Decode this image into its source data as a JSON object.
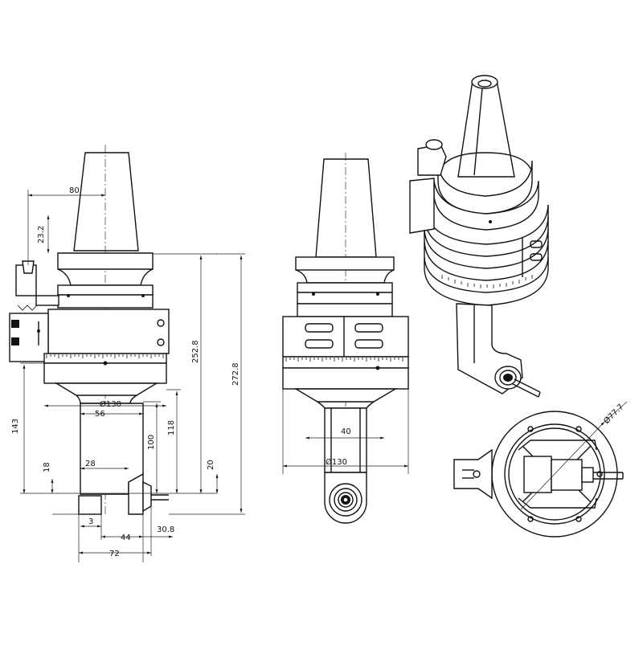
{
  "drawing": {
    "side_view": {
      "dims": {
        "d80": "80",
        "d23_2": "23.2",
        "d252_8": "252.8",
        "d272_8": "272.8",
        "d130": "Ø130",
        "d56": "56",
        "d143": "143",
        "d100": "100",
        "d118": "118",
        "d18": "18",
        "d28": "28",
        "d20": "20",
        "d3": "3",
        "d44": "44",
        "d30_8": "30.8",
        "d72": "72"
      }
    },
    "front_view": {
      "dims": {
        "d40": "40",
        "d130": "Ø130"
      }
    },
    "bottom_view": {
      "dims": {
        "d77_7": "Ø77.7"
      }
    },
    "colors": {
      "line": "#111111",
      "background": "#ffffff"
    }
  }
}
